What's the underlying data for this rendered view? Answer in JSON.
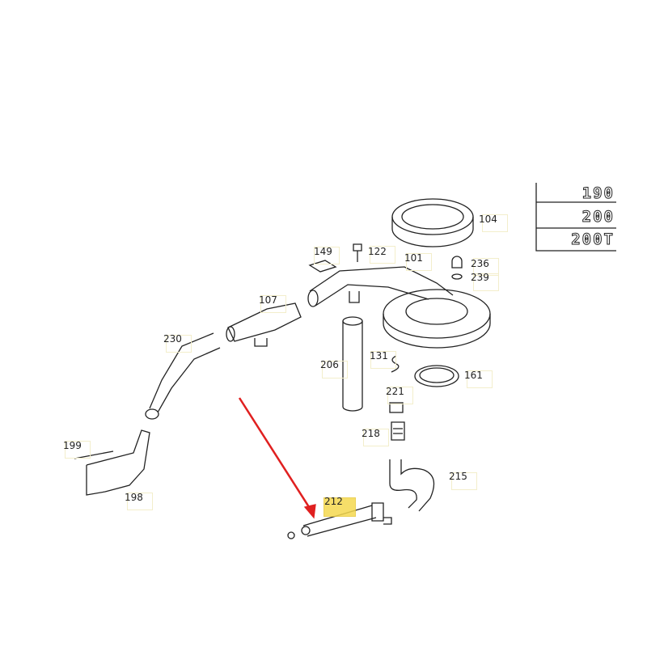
{
  "diagram": {
    "parts": [
      {
        "id": "p104",
        "label": "104"
      },
      {
        "id": "p149",
        "label": "149"
      },
      {
        "id": "p122",
        "label": "122"
      },
      {
        "id": "p101",
        "label": "101"
      },
      {
        "id": "p236",
        "label": "236"
      },
      {
        "id": "p239",
        "label": "239"
      },
      {
        "id": "p107",
        "label": "107"
      },
      {
        "id": "p230",
        "label": "230"
      },
      {
        "id": "p131",
        "label": "131"
      },
      {
        "id": "p206",
        "label": "206"
      },
      {
        "id": "p161",
        "label": "161"
      },
      {
        "id": "p221",
        "label": "221"
      },
      {
        "id": "p218",
        "label": "218"
      },
      {
        "id": "p199",
        "label": "199"
      },
      {
        "id": "p215",
        "label": "215"
      },
      {
        "id": "p212",
        "label": "212",
        "highlighted": true
      },
      {
        "id": "p198",
        "label": "198"
      }
    ],
    "badges": [
      "190",
      "200",
      "200T"
    ],
    "arrow_color": "#e02020",
    "highlight_color": "#f5d94f"
  }
}
